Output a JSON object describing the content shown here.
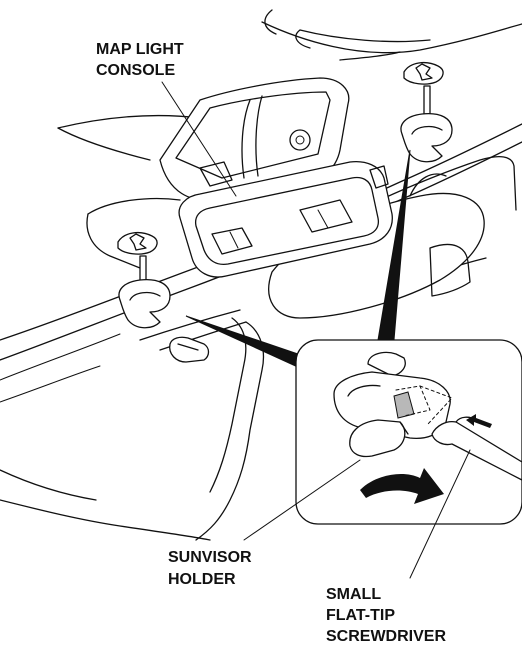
{
  "labels": {
    "map_light_console": [
      "MAP LIGHT",
      "CONSOLE"
    ],
    "sunvisor_holder": [
      "SUNVISOR",
      "HOLDER"
    ],
    "small_flat_tip_screwdriver": [
      "SMALL",
      "FLAT-TIP",
      "SCREWDRIVER"
    ]
  },
  "colors": {
    "ink": "#111111",
    "shade": "#b8b8b8",
    "background": "#ffffff"
  },
  "icons": {
    "rotation": "curved-arrow-icon",
    "push": "push-arrow-icon"
  }
}
